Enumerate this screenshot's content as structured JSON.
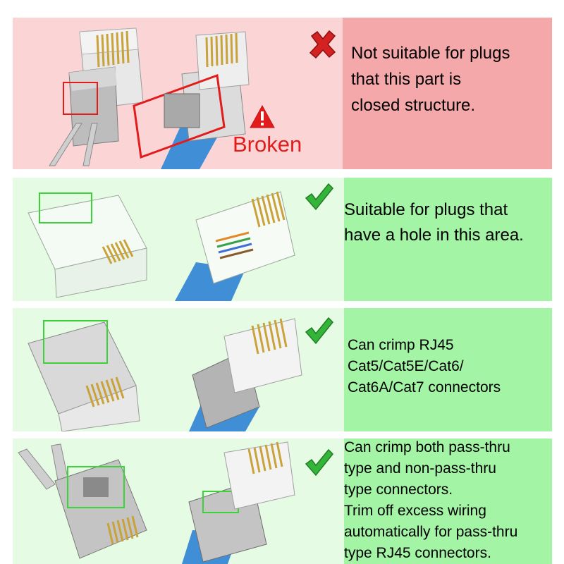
{
  "colors": {
    "bad_bg": "#fbd5d6",
    "bad_text_bg": "#f5a8aa",
    "good_bg": "#e6fbe3",
    "good_text_bg": "#a3f4a5",
    "alert_red": "#e21b1b",
    "check_green": "#34b53a",
    "highlight_green": "#3ed23a",
    "cable_blue": "#3f8ed6"
  },
  "panels": [
    {
      "status_icon": "cross-icon",
      "warning_label": "Broken",
      "warning_icon": "warning-triangle-icon",
      "lines": [
        "Not suitable for plugs",
        "that this part is",
        "closed structure."
      ]
    },
    {
      "status_icon": "check-icon",
      "lines": [
        "Suitable for plugs that",
        "have a hole in this area."
      ]
    },
    {
      "status_icon": "check-icon",
      "lines": [
        "Can crimp RJ45",
        "Cat5/Cat5E/Cat6/",
        "Cat6A/Cat7 connectors"
      ]
    },
    {
      "status_icon": "check-icon",
      "lines": [
        "Can crimp both pass-thru",
        "type and non-pass-thru",
        "type connectors.",
        "Trim off excess wiring",
        "automatically for pass-thru",
        "type RJ45 connectors."
      ]
    }
  ]
}
